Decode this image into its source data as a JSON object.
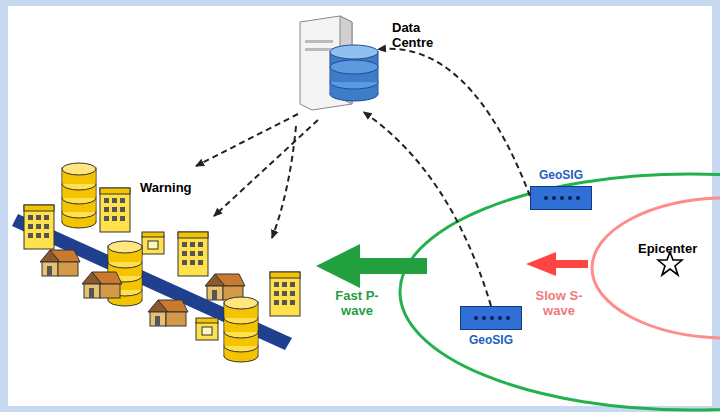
{
  "diagram": {
    "nodes": [
      {
        "text": [
          "Data Centre"
        ]
      },
      {
        "text": [
          "GeoSIG"
        ]
      },
      {
        "text": [
          "GeoSIG"
        ]
      }
    ],
    "edges": [
      {
        "from": 1,
        "to": 0,
        "arrow": "to"
      },
      {
        "from": 2,
        "to": 0,
        "arrow": "to"
      }
    ],
    "labels": [
      "Warning",
      "Fast P-wave",
      "Slow S-wave",
      "Epicenter"
    ]
  }
}
